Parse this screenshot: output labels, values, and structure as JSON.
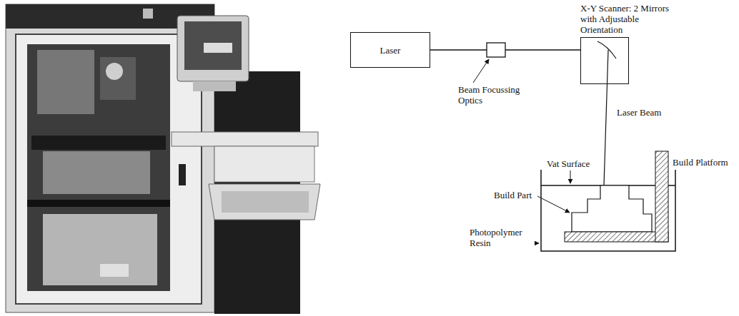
{
  "diagram": {
    "nodes": [
      {
        "text": [
          "Laser"
        ]
      },
      {
        "text": [
          "X-Y Scanner: 2 Mirrors with Adjustable Orientation"
        ]
      }
    ],
    "edges": [
      {
        "from": 0,
        "to": 1,
        "arrow": "none"
      }
    ],
    "labels": [
      "Beam Focussing Optics",
      "Laser Beam",
      "Vat Surface",
      "Build Platform",
      "Build Part",
      "Photopolymer Resin"
    ]
  }
}
